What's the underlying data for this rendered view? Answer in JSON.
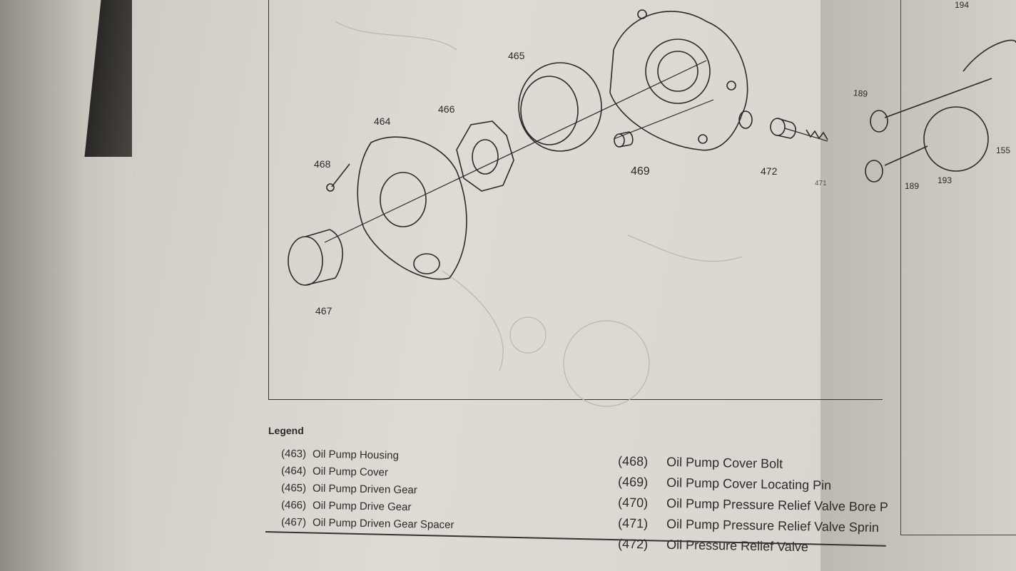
{
  "callouts": {
    "c463": "",
    "c464": "464",
    "c465": "465",
    "c466": "466",
    "c467": "467",
    "c468": "468",
    "c469": "469",
    "c471": "471",
    "c472": "472",
    "r194": "194",
    "r189a": "189",
    "r189b": "189",
    "r193": "193",
    "r155": "155"
  },
  "legend": {
    "title": "Legend",
    "left_items": [
      {
        "num": "(463)",
        "label": "Oil Pump Housing"
      },
      {
        "num": "(464)",
        "label": "Oil Pump Cover"
      },
      {
        "num": "(465)",
        "label": "Oil Pump Driven Gear"
      },
      {
        "num": "(466)",
        "label": "Oil Pump Drive Gear"
      },
      {
        "num": "(467)",
        "label": "Oil Pump Driven Gear Spacer"
      }
    ],
    "right_items": [
      {
        "num": "(468)",
        "label": "Oil Pump Cover Bolt"
      },
      {
        "num": "(469)",
        "label": "Oil Pump Cover Locating Pin"
      },
      {
        "num": "(470)",
        "label": "Oil Pump Pressure Relief Valve Bore P"
      },
      {
        "num": "(471)",
        "label": "Oil Pump Pressure Relief Valve Sprin"
      },
      {
        "num": "(472)",
        "label": "Oil Pressure Relief Valve"
      }
    ]
  }
}
